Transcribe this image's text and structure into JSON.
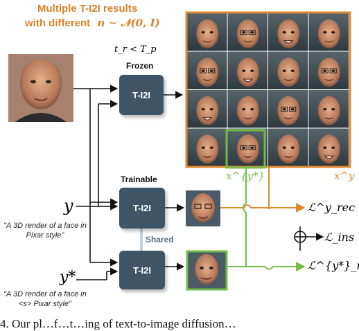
{
  "title": {
    "line1": "Multiple T-I2I results",
    "line2_prefix": "with different",
    "line2_math": "n ∼ 𝒩(0, I)"
  },
  "condition": "t_r < T_p",
  "boxes": {
    "frozen": {
      "label": "Frozen",
      "text": "T-I2I"
    },
    "trainable": {
      "label": "Trainable",
      "text": "T-I2I"
    },
    "shared_text": "T-I2I",
    "shared_label": "Shared"
  },
  "inputs": {
    "y": "y",
    "y_prompt": "\"A 3D render of a face in Pixar style\"",
    "y_star": "y*",
    "y_star_prompt": "\"A 3D render of a face in <s> Pixar style\""
  },
  "labels": {
    "x_y": "x^y",
    "x_y_star": "x^{y*}",
    "loss_rec_y": "ℒ^y_rec",
    "loss_rec_y_star": "ℒ^{y*}_rec",
    "loss_ins": "ℒ_ins"
  },
  "caption": "4. Our pl…f…t…ing of text-to-image diffusion…",
  "colors": {
    "title": "#d8822a",
    "box": "#3f5566",
    "orange_arrow": "#e0882f",
    "green_arrow": "#72bd46",
    "shared_text": "#556f86"
  }
}
